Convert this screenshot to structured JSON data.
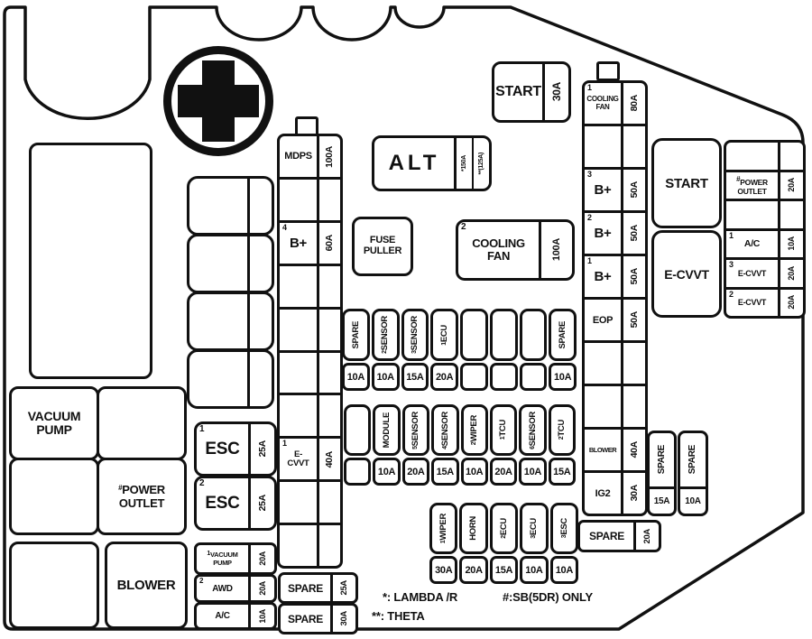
{
  "footnotes": {
    "lambda": "*: LAMBDA /R",
    "sb": "#:SB(5DR) ONLY",
    "theta": "**: THETA"
  },
  "top_area": {
    "start_fuse": {
      "label": "START",
      "amp": "30A"
    },
    "alt": {
      "label": "ALT",
      "note1": "*150A",
      "note2": "**(125A)"
    },
    "fuse_puller": {
      "label": "FUSE\nPULLER"
    },
    "cooling_fan2": {
      "marker": "2",
      "label": "COOLING\nFAN",
      "amp": "100A"
    }
  },
  "relays": {
    "start": {
      "label": "START"
    },
    "ecvvt": {
      "label": "E-CVVT"
    },
    "vacuum_pump": {
      "label": "VACUUM\nPUMP"
    },
    "power_outlet": {
      "marker": "#",
      "label": "POWER\nOUTLET"
    },
    "blower": {
      "label": "BLOWER"
    }
  },
  "left_strip": {
    "cells": [
      {
        "marker": "",
        "label": "MDPS",
        "amp": "100A"
      },
      {
        "marker": "",
        "label": "",
        "amp": ""
      },
      {
        "marker": "4",
        "label": "B+",
        "amp": "60A"
      },
      {
        "marker": "",
        "label": "",
        "amp": ""
      },
      {
        "marker": "",
        "label": "",
        "amp": ""
      },
      {
        "marker": "",
        "label": "",
        "amp": ""
      },
      {
        "marker": "",
        "label": "",
        "amp": ""
      },
      {
        "marker": "1",
        "label": "E-\nCVVT",
        "amp": "40A"
      },
      {
        "marker": "",
        "label": "",
        "amp": ""
      },
      {
        "marker": "",
        "label": "",
        "amp": ""
      }
    ]
  },
  "right_strip": {
    "cells": [
      {
        "marker": "1",
        "label": "COOLING\nFAN",
        "amp": "80A"
      },
      {
        "marker": "",
        "label": "",
        "amp": ""
      },
      {
        "marker": "3",
        "label": "B+",
        "amp": "50A"
      },
      {
        "marker": "2",
        "label": "B+",
        "amp": "50A"
      },
      {
        "marker": "1",
        "label": "B+",
        "amp": "50A"
      },
      {
        "marker": "",
        "label": "EOP",
        "amp": "50A"
      },
      {
        "marker": "",
        "label": "",
        "amp": ""
      },
      {
        "marker": "",
        "label": "",
        "amp": ""
      },
      {
        "marker": "",
        "label": "BLOWER",
        "amp": "40A"
      },
      {
        "marker": "",
        "label": "IG2",
        "amp": "30A"
      }
    ]
  },
  "right_column": {
    "cells": [
      {
        "marker": "",
        "label": "",
        "amp": ""
      },
      {
        "marker": "#",
        "label": "POWER\nOUTLET",
        "amp": "20A"
      },
      {
        "marker": "",
        "label": "",
        "amp": ""
      },
      {
        "marker": "1",
        "label": "A/C",
        "amp": "10A"
      },
      {
        "marker": "3",
        "label": "E-CVVT",
        "amp": "20A"
      },
      {
        "marker": "2",
        "label": "E-CVVT",
        "amp": "20A"
      }
    ]
  },
  "mid_rows": {
    "row1": [
      {
        "marker": "",
        "label": "SPARE",
        "amp": "10A"
      },
      {
        "marker": "2",
        "label": "SENSOR",
        "amp": "10A"
      },
      {
        "marker": "3",
        "label": "SENSOR",
        "amp": "15A"
      },
      {
        "marker": "1",
        "label": "ECU",
        "amp": "20A"
      },
      {
        "marker": "",
        "label": "",
        "amp": ""
      },
      {
        "marker": "",
        "label": "",
        "amp": ""
      },
      {
        "marker": "",
        "label": "",
        "amp": ""
      },
      {
        "marker": "",
        "label": "SPARE",
        "amp": "10A"
      }
    ],
    "row2": [
      {
        "marker": "",
        "label": "",
        "amp": ""
      },
      {
        "marker": "",
        "label": "MODULE",
        "amp": "10A"
      },
      {
        "marker": "5",
        "label": "SENSOR",
        "amp": "20A"
      },
      {
        "marker": "4",
        "label": "SENSOR",
        "amp": "15A"
      },
      {
        "marker": "2",
        "label": "WIPER",
        "amp": "10A"
      },
      {
        "marker": "1",
        "label": "TCU",
        "amp": "20A"
      },
      {
        "marker": "6",
        "label": "SENSOR",
        "amp": "10A"
      },
      {
        "marker": "2",
        "label": "TCU",
        "amp": "15A"
      }
    ],
    "row3": [
      {
        "marker": "1",
        "label": "WIPER",
        "amp": "30A"
      },
      {
        "marker": "",
        "label": "HORN",
        "amp": "20A"
      },
      {
        "marker": "2",
        "label": "ECU",
        "amp": "15A"
      },
      {
        "marker": "3",
        "label": "ECU",
        "amp": "10A"
      },
      {
        "marker": "3",
        "label": "ESC",
        "amp": "10A"
      }
    ]
  },
  "left_fuses": {
    "esc1": {
      "marker": "1",
      "label": "ESC",
      "amp": "25A"
    },
    "esc2": {
      "marker": "2",
      "label": "ESC",
      "amp": "25A"
    },
    "vacuum1": {
      "marker": "1",
      "label": "VACUUM\nPUMP",
      "amp": "20A"
    },
    "awd": {
      "marker": "2",
      "label": "AWD",
      "amp": "20A"
    },
    "ac": {
      "marker": "",
      "label": "A/C",
      "amp": "10A"
    },
    "spare25": {
      "label": "SPARE",
      "amp": "25A"
    },
    "spare30": {
      "label": "SPARE",
      "amp": "30A"
    }
  },
  "right_spares": {
    "spare20": {
      "label": "SPARE",
      "amp": "20A"
    },
    "spare15": {
      "label": "SPARE",
      "amp": "15A"
    },
    "spare10": {
      "label": "SPARE",
      "amp": "10A"
    }
  }
}
